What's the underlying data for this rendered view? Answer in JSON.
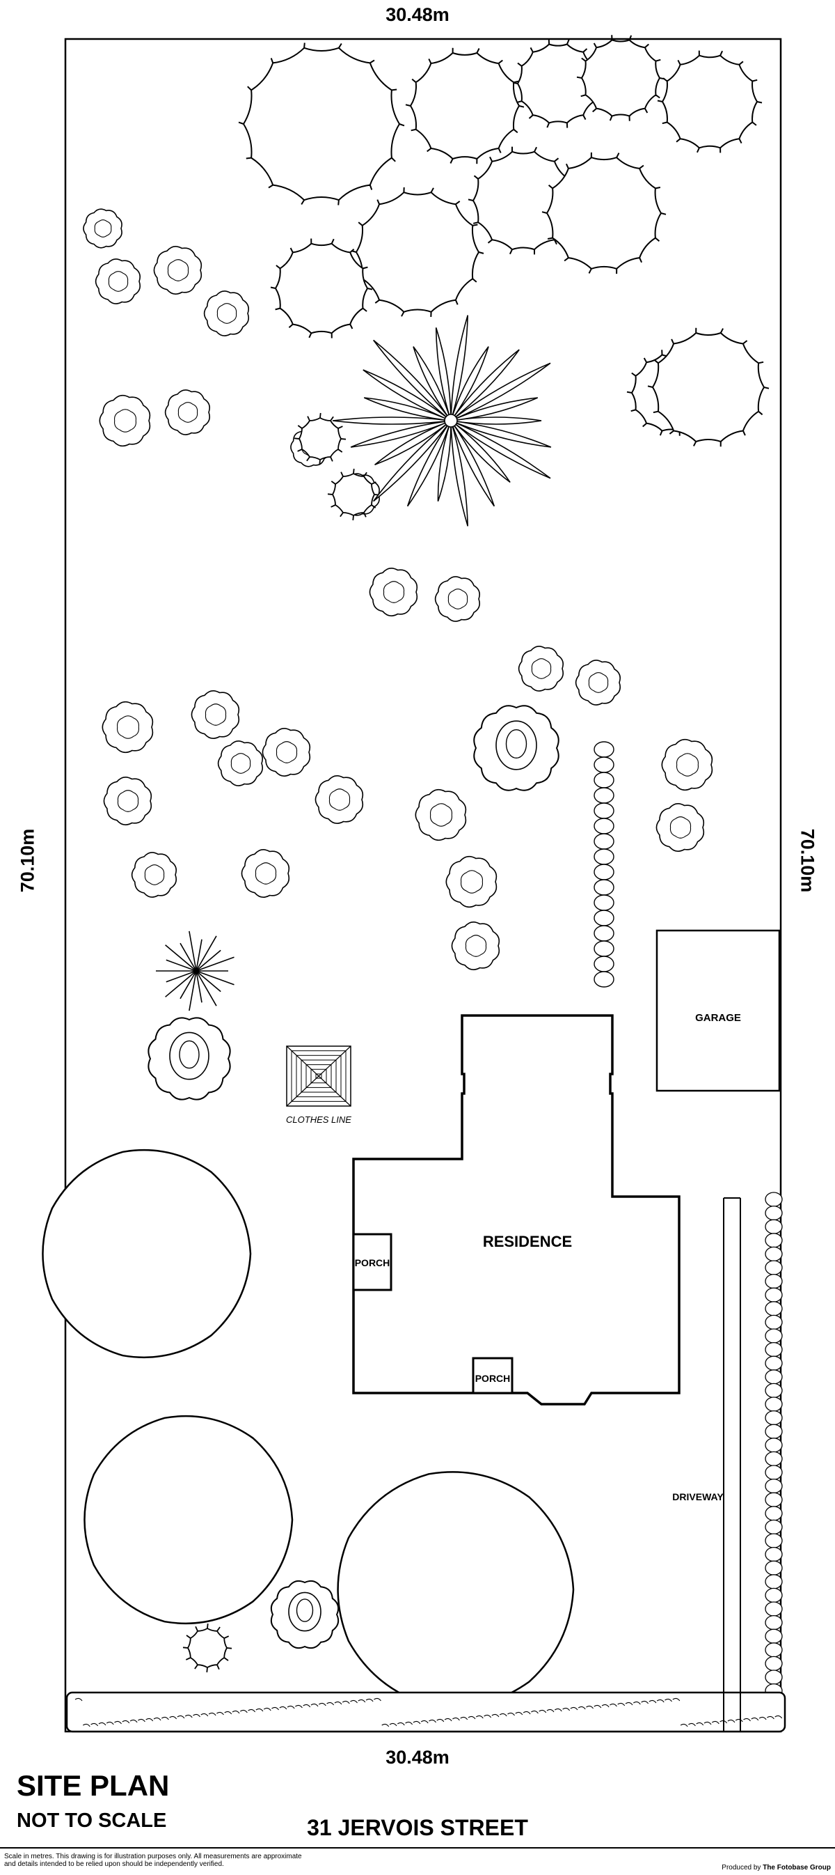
{
  "dimensions": {
    "top": "30.48m",
    "bottom": "30.48m",
    "left": "70.10m",
    "right": "70.10m"
  },
  "labels": {
    "garage": "GARAGE",
    "residence": "RESIDENCE",
    "porch_side": "PORCH",
    "porch_front": "PORCH",
    "driveway": "DRIVEWAY",
    "clothes_line": "CLOTHES LINE"
  },
  "footer": {
    "title": "SITE PLAN",
    "subtitle": "NOT TO SCALE",
    "street": "31 JERVOIS STREET",
    "note": "Scale in metres. This drawing is for illustration purposes only. All measurements are approximate and details intended to be relied upon should be independently verified.",
    "credit_prefix": "Produced by ",
    "credit_name": "The Fotobase Group"
  }
}
